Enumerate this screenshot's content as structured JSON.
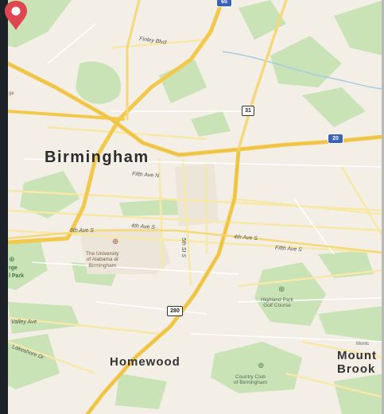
{
  "map": {
    "cities": {
      "birmingham": "Birmingham",
      "homewood": "Homewood",
      "mountain_brook_line1": "Mount",
      "mountain_brook_line2": "Brook"
    },
    "streets": {
      "finley_blvd": "Finley Blvd",
      "fifth_ave_n": "Fifth Ave N",
      "sixth_ave_s": "6th Ave S",
      "fourth_ave_s": "4th Ave S",
      "fourth_ave_s_east": "4th Ave S",
      "fifth_ave_s": "Fifth Ave S",
      "elevated": "5th St S",
      "valley_ave": "Valley Ave",
      "lakeshore_dr": "Lakeshore Dr",
      "monte": "Montc"
    },
    "pois": {
      "university_line1": "The University",
      "university_line2": "of Alabama at",
      "university_line3": "Birmingham",
      "highland_line1": "Highland Park",
      "highland_line2": "Golf Course",
      "country_club_line1": "Country Club",
      "country_club_line2": "of Birmingham",
      "forge_park_line1": "rge",
      "forge_park_line2": "l Park",
      "left_edge": "ge"
    },
    "shields": {
      "us31": "31",
      "i20": "20",
      "us280": "280",
      "i65_top": "65"
    },
    "colors": {
      "background": "#f3efe6",
      "park": "#c9e3b6",
      "major_road": "#f2c94c",
      "minor_road": "#f8e8a8",
      "pin": "#e0464f"
    },
    "marker": "location-pin"
  }
}
